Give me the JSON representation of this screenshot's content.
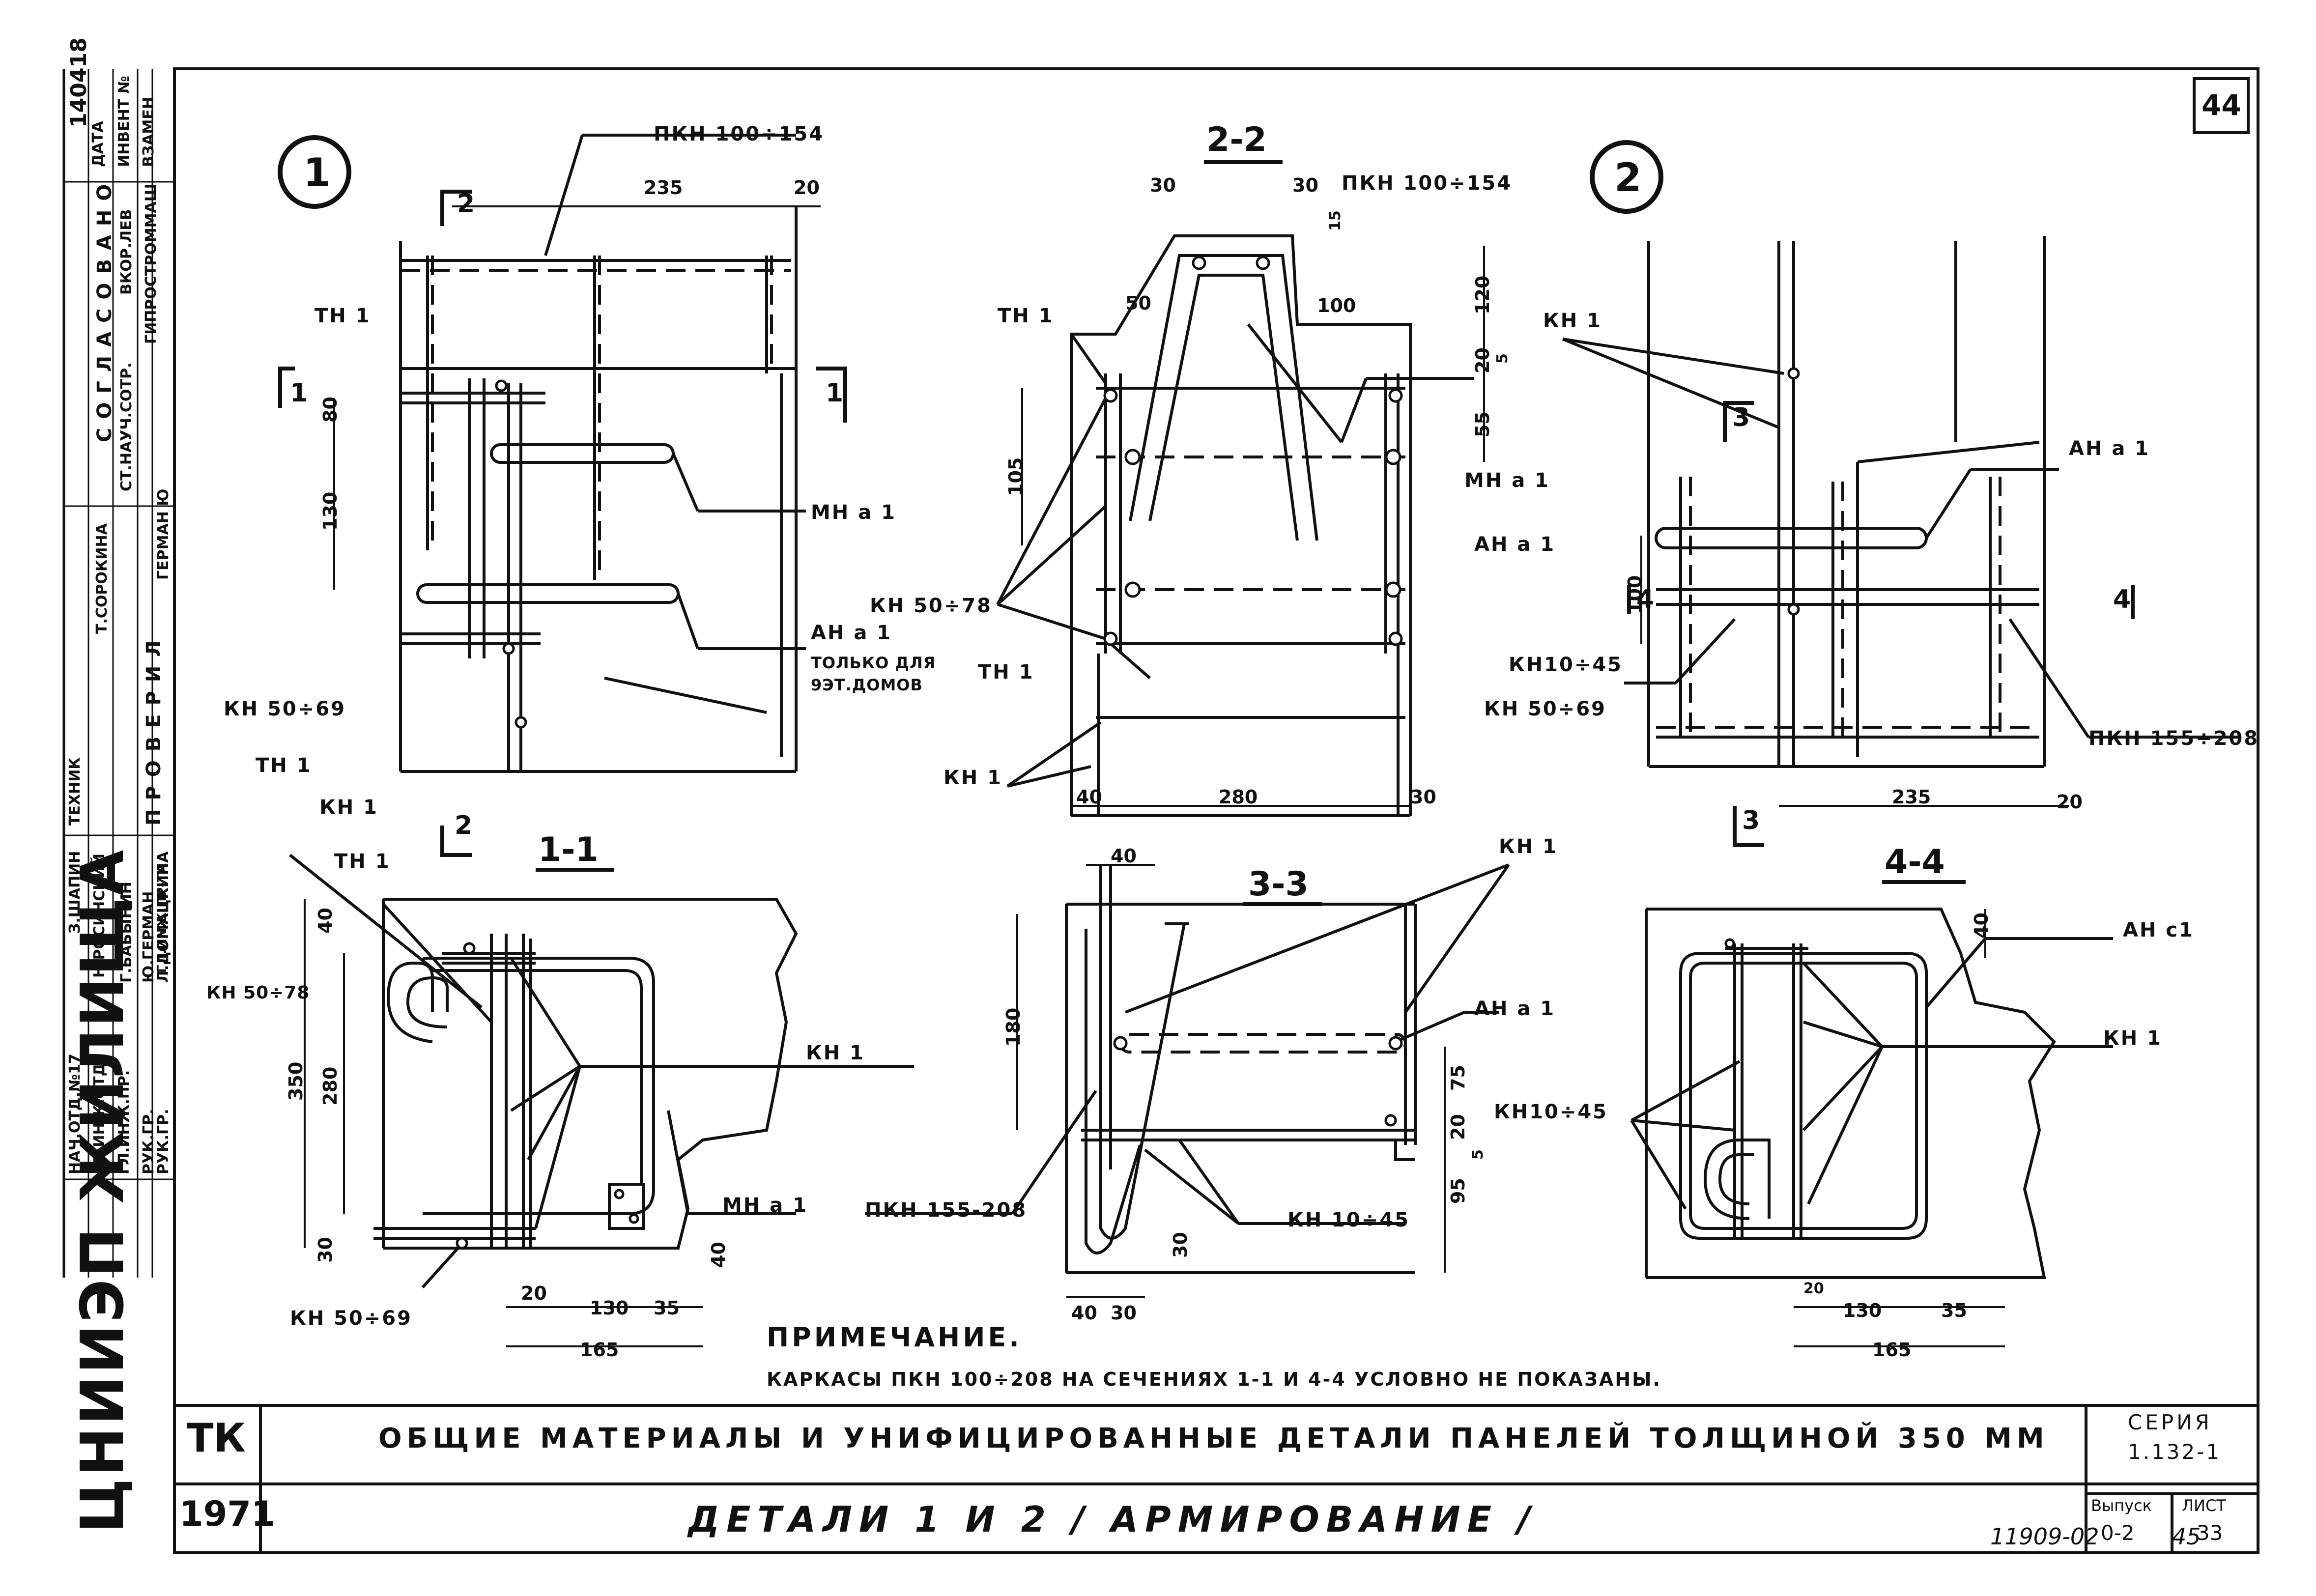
{
  "sheet": {
    "page_number": "44",
    "stamp_top_left": "140418",
    "bottom_code": "11909-02",
    "bottom_page": "45"
  },
  "stamp_column": {
    "header": "СОГЛАСОВАНО",
    "rows": [
      "ДАТА",
      "ИНВЕНТ №",
      "ВЗАМЕН",
      "ВКОР.ЛЕВ",
      "ГИПРОСТРОММАШ",
      "СТ.НАУЧ.СОТР.",
      "Т.СОРОКИНА",
      "ПРОВЕРИЛ",
      "ГЕРМАН Ю",
      "ТЕХНИК",
      "З.ШАПИН",
      "Н.РОСИНСКИЙ",
      "Г.БАБЫНИН",
      "Ю.ГЕРМАН",
      "Л.ДОМАЦКИНА",
      "НАЧ.ОТД.№17",
      "ГЛ.ИНЖ.ОТД",
      "ГЛ.ИНЖ.ПР.",
      "РУК.ГР.",
      "РУК.ГР.",
      "ГЛ.ИНЖ.ПР-ТА"
    ],
    "org": "ЦНИИЭП ЖИЛИЩА"
  },
  "details": {
    "d1_marker": "1",
    "d2_marker": "2"
  },
  "sections": {
    "s22": "2-2",
    "s11": "1-1",
    "s33": "3-3",
    "s44": "4-4"
  },
  "cut_marks": {
    "c2": "2",
    "c1": "1",
    "c3": "3",
    "c4": "4"
  },
  "labels": {
    "pkn100_154": "ПКН 100÷154",
    "tn1": "ТН 1",
    "mna1": "МН а 1",
    "ana1": "АН а 1",
    "ana1_note_1": "ТОЛЬКО ДЛЯ",
    "ana1_note_2": "9ЭТ.ДОМОВ",
    "kn50_69": "КН 50÷69",
    "kn1": "КН 1",
    "kn50_78": "КН 50÷78",
    "kn10_45": "КН10÷45",
    "kn10_45b": "КН 10÷45",
    "pkn155_208": "ПКН 155÷208",
    "pkn155_208b": "ПКН 155-208",
    "anc1": "АН с1"
  },
  "dims": {
    "d235": "235",
    "d20": "20",
    "d80": "80",
    "d130": "130",
    "d30": "30",
    "d50": "50",
    "d100": "100",
    "d120": "120",
    "d15": "15",
    "d5": "5",
    "d55": "55",
    "d105": "105",
    "d40": "40",
    "d280": "280",
    "d350": "350",
    "d165": "165",
    "d35": "35",
    "d180": "180",
    "d75": "75",
    "d95": "95"
  },
  "note": {
    "heading": "ПРИМЕЧАНИЕ.",
    "text": "КАРКАСЫ ПКН 100÷208 НА СЕЧЕНИЯХ 1-1 И 4-4 УСЛОВНО НЕ ПОКАЗАНЫ."
  },
  "title_block": {
    "tk": "ТК",
    "year": "1971",
    "title": "ОБЩИЕ МАТЕРИАЛЫ И УНИФИЦИРОВАННЫЕ ДЕТАЛИ ПАНЕЛЕЙ ТОЛЩИНОЙ 350 ММ",
    "subtitle": "ДЕТАЛИ 1 И 2 / АРМИРОВАНИЕ /",
    "series_label": "СЕРИЯ",
    "series_value": "1.132-1",
    "issue_label": "Выпуск",
    "issue_value": "0-2",
    "sheet_label": "ЛИСТ",
    "sheet_value": "33"
  }
}
